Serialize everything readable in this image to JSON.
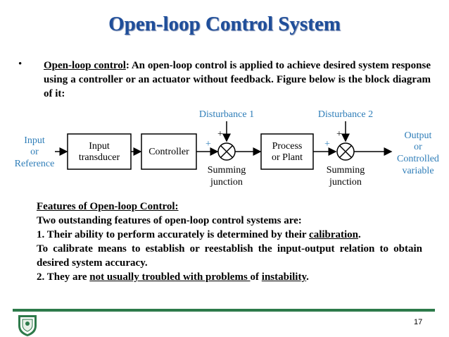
{
  "slide": {
    "title": "Open-loop Control System",
    "bullet_symbol": "•",
    "bullet_term": "Open-loop control",
    "bullet_text": ": An open-loop control is applied to achieve desired system response using a controller or an actuator without feedback. Figure below is the block diagram of it:",
    "page_number": "17"
  },
  "diagram": {
    "input_label": [
      "Input",
      "or",
      "Reference"
    ],
    "output_label": [
      "Output",
      "or",
      "Controlled",
      "variable"
    ],
    "blocks": [
      {
        "lines": [
          "Input",
          "transducer"
        ]
      },
      {
        "lines": [
          "Controller"
        ]
      },
      {
        "lines": [
          "Process",
          "or Plant"
        ]
      }
    ],
    "disturbance_1": "Disturbance 1",
    "disturbance_2": "Disturbance 2",
    "summing_1": [
      "Summing",
      "junction"
    ],
    "summing_2": [
      "Summing",
      "junction"
    ],
    "plus": "+"
  },
  "features": {
    "heading": "Features of Open-loop Control:",
    "intro": "Two outstanding features of open-loop control systems are:",
    "point1_pre": "1. Their ability to perform accurately is determined by their ",
    "point1_term": "calibration",
    "point1_post": ".",
    "calibration_text": "To calibrate means to establish or reestablish the input-output relation to obtain desired system accuracy.",
    "point2_pre": "2. They are ",
    "point2_term1": "not usually troubled with problems ",
    "point2_mid": "of ",
    "point2_term2": "instability",
    "point2_post": "."
  },
  "colors": {
    "title": "#1f4e9a",
    "diagram_label": "#2e7db8",
    "footer_bar": "#2d7a4a"
  }
}
